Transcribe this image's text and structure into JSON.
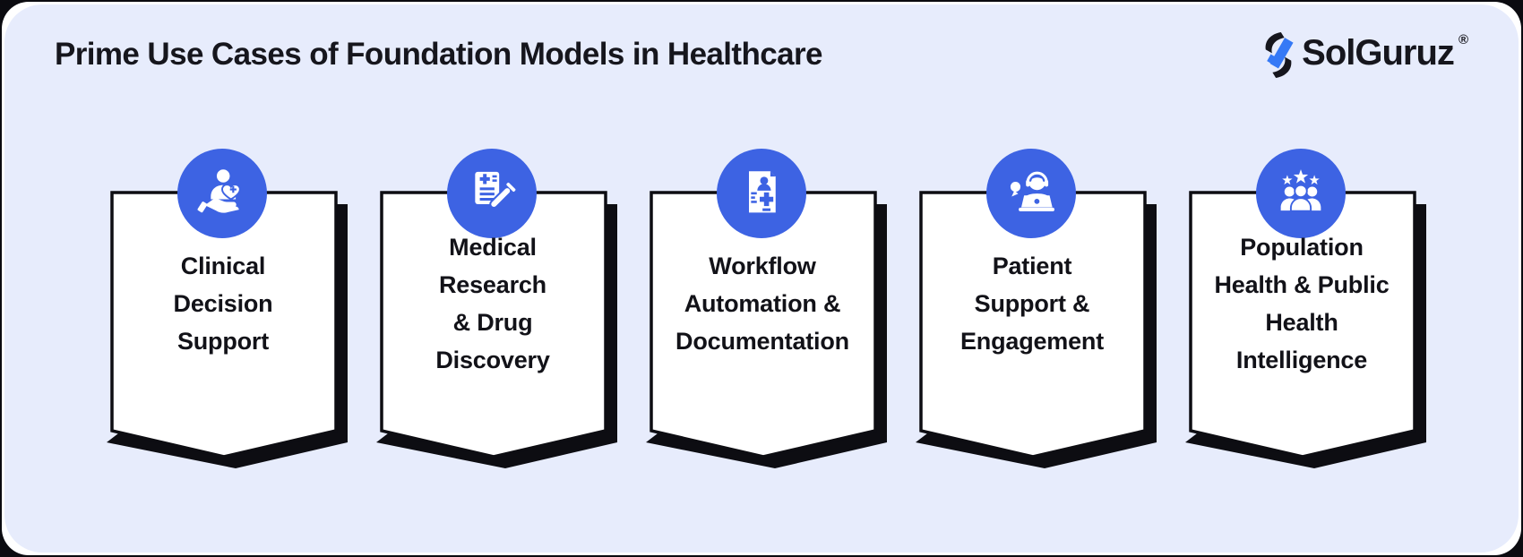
{
  "header": {
    "title": "Prime Use Cases of Foundation Models in Healthcare"
  },
  "logo": {
    "text": "SolGuruz",
    "registered_mark": "®",
    "icon": "solguruz-bolt-icon"
  },
  "colors": {
    "panel_background": "#E7ECFC",
    "accent_blue": "#3D63E3",
    "card_background": "#FFFFFF",
    "outline_black": "#0D0D12",
    "text_ink": "#16161D",
    "logo_blue": "#3579F6"
  },
  "cards": [
    {
      "icon": "hand-holding-patient-icon",
      "lines": [
        "Clinical",
        "Decision",
        "Support"
      ]
    },
    {
      "icon": "medical-report-testtube-icon",
      "lines": [
        "Medical",
        "Research",
        "& Drug",
        "Discovery"
      ]
    },
    {
      "icon": "patient-record-document-icon",
      "lines": [
        "Workflow",
        "Automation &",
        "Documentation"
      ]
    },
    {
      "icon": "support-agent-laptop-icon",
      "lines": [
        "Patient",
        "Support &",
        "Engagement"
      ]
    },
    {
      "icon": "people-group-stars-icon",
      "lines": [
        "Population",
        "Health & Public",
        "Health",
        "Intelligence"
      ]
    }
  ]
}
